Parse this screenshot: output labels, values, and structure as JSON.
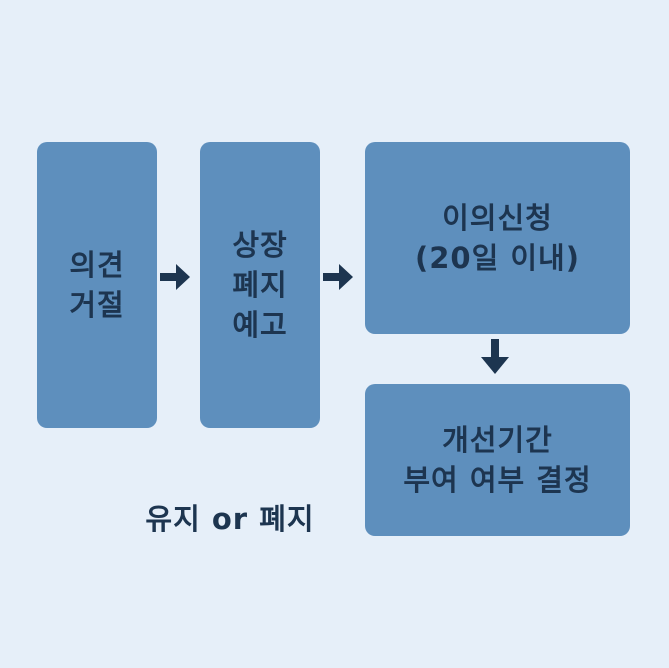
{
  "colors": {
    "background": "#e6eff9",
    "box_fill": "#5e8fbd",
    "text": "#1d3550",
    "arrow": "#1d3550"
  },
  "steps": [
    {
      "lines": [
        "의견",
        "거절"
      ]
    },
    {
      "lines": [
        "상장",
        "폐지",
        "예고"
      ]
    },
    {
      "lines": [
        "이의신청",
        "(20일 이내)"
      ]
    },
    {
      "lines": [
        "개선기간",
        "부여 여부 결정"
      ]
    }
  ],
  "outcome": "유지 or 폐지"
}
